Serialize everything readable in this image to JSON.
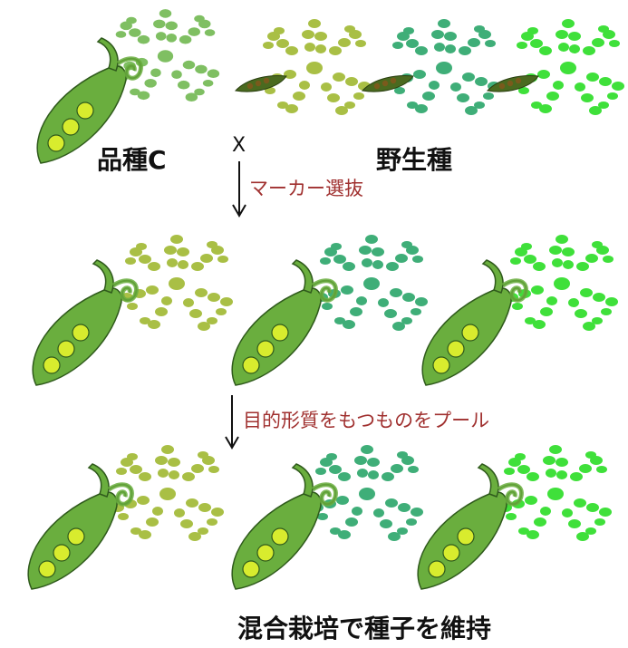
{
  "top": {
    "cultivar_label": "品種C",
    "cross_symbol": "X",
    "wild_label": "野生種"
  },
  "step1": {
    "label": "マーカー選抜"
  },
  "step2": {
    "label": "目的形質をもつものをプール"
  },
  "bottom": {
    "label": "混合栽培で種子を維持"
  },
  "colors": {
    "pod": "#6aae3e",
    "pod_outline": "#2f5a1c",
    "pea": "#d8ec2e",
    "foliage_olive": "#a9bf45",
    "foliage_teal": "#3fae78",
    "foliage_lime": "#3fe03a",
    "foliage_cultivar": "#7fbf62",
    "note_text": "#a0302f"
  },
  "icons": {
    "pod": "pea-pod-icon",
    "foliage": "pea-foliage-icon",
    "arrow": "down-arrow-icon"
  }
}
